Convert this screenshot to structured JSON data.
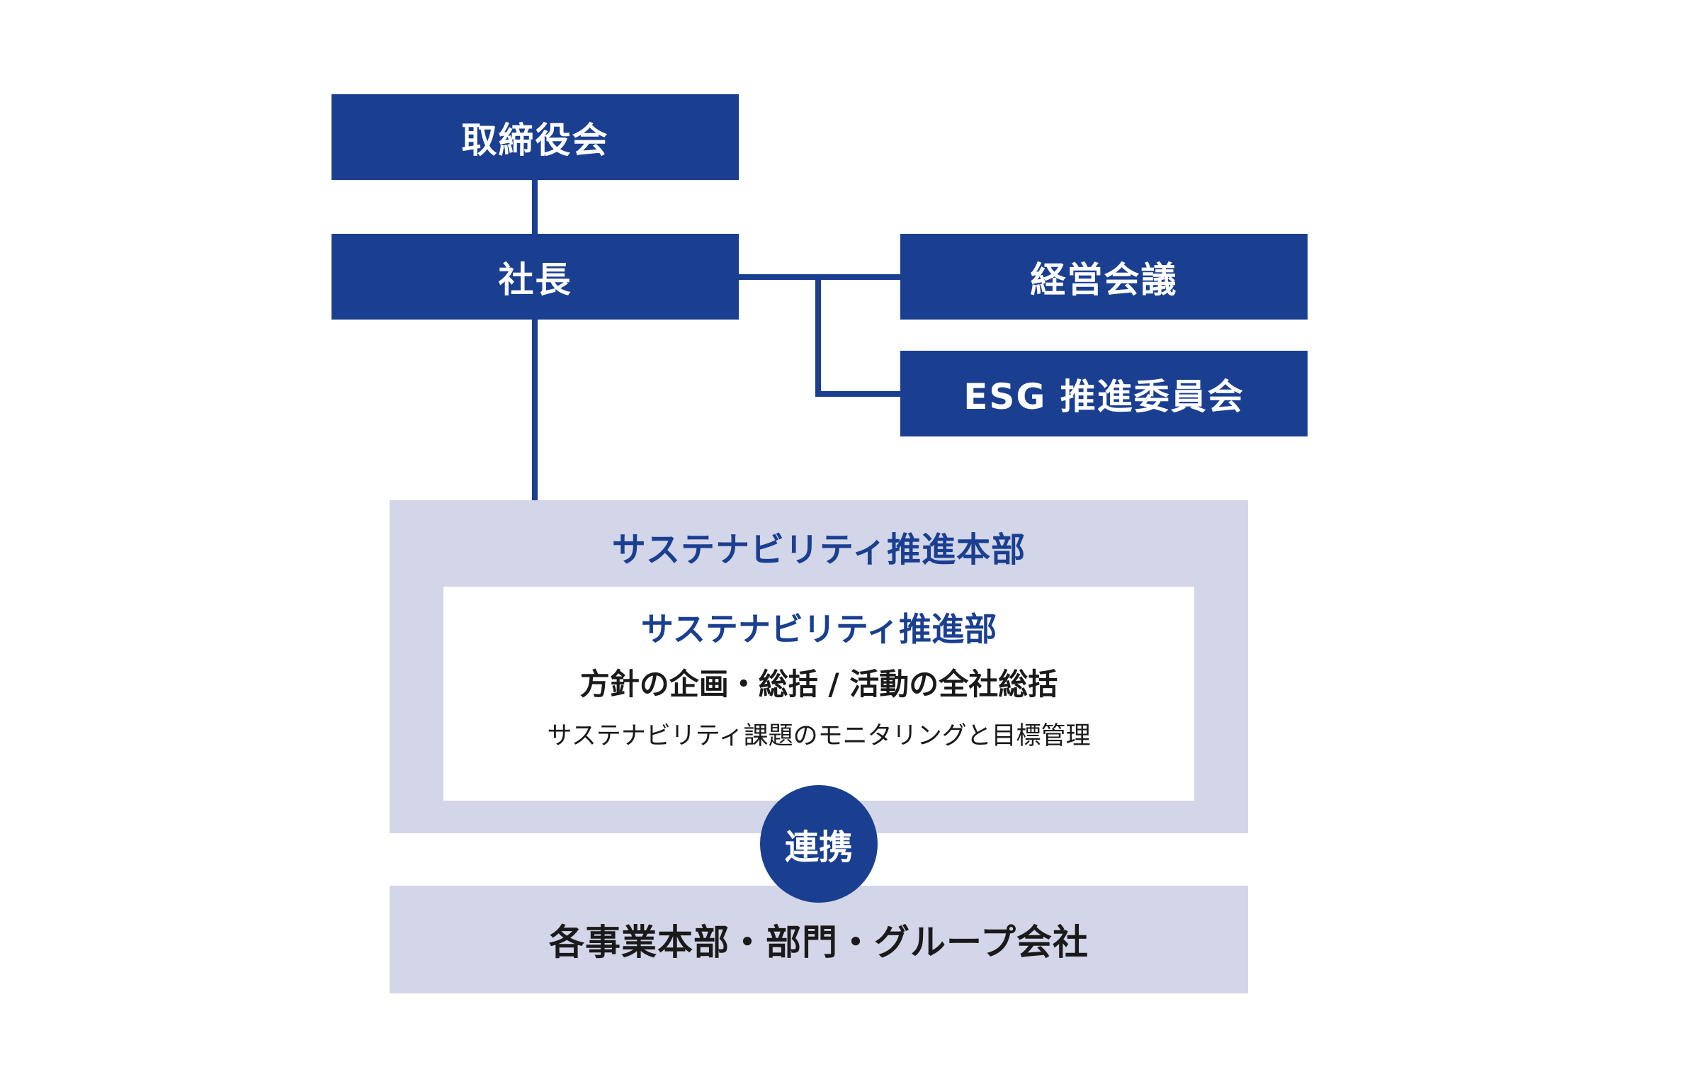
{
  "org_chart": {
    "board": "取締役会",
    "president": "社長",
    "management_meeting": "経営会議",
    "esg_committee": "ESG 推進委員会",
    "sustainability_hq": {
      "title": "サステナビリティ推進本部",
      "department": {
        "title": "サステナビリティ推進部",
        "duty": "方針の企画・総括 / 活動の全社総括",
        "detail": "サステナビリティ課題のモニタリングと目標管理"
      }
    },
    "link_label": "連携",
    "group_units": "各事業本部・部門・グループ会社"
  },
  "colors": {
    "primary_navy": "#1a3f91",
    "panel_lavender": "#d3d5e8",
    "text_dark": "#1a1a1a",
    "background": "#ffffff"
  }
}
